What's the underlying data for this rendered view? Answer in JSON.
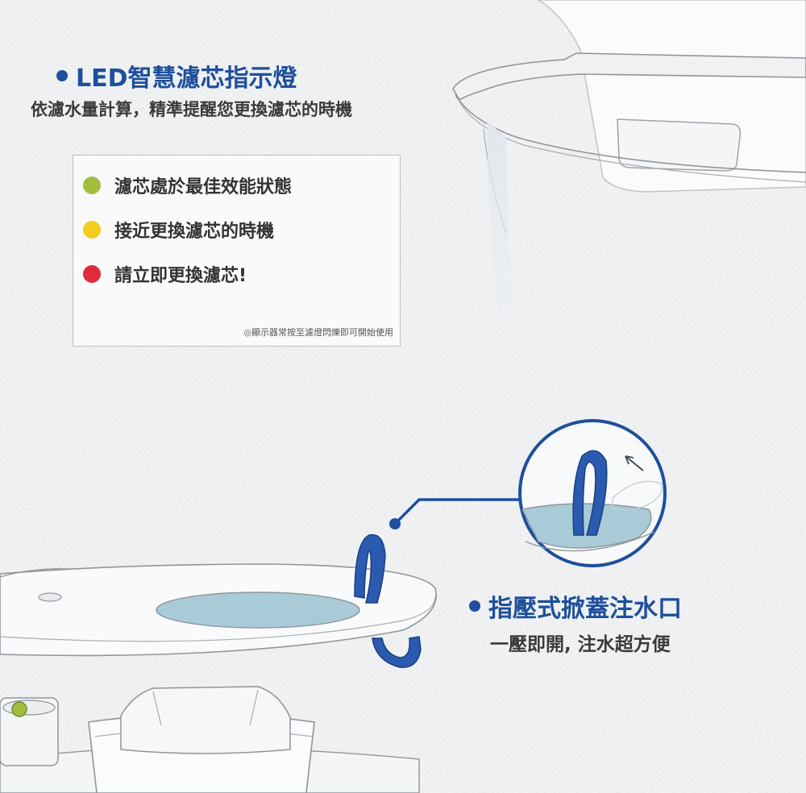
{
  "led_section": {
    "title": "LED智慧濾芯指示燈",
    "subtitle": "依濾水量計算，精準提醒您更換濾芯的時機"
  },
  "legend": {
    "items": [
      {
        "label": "濾芯處於最佳效能狀態",
        "color": "#a3bd3e"
      },
      {
        "label": "接近更換濾芯的時機",
        "color": "#f2cd1c"
      },
      {
        "label": "請立即更換濾芯!",
        "color": "#e02b3a"
      }
    ],
    "note": "◎顯示器常按至濾燈閃爍即可開始使用"
  },
  "lid_section": {
    "title": "指壓式掀蓋注水口",
    "subtitle": "一壓即開, 注水超方便"
  },
  "colors": {
    "accent": "#1d4f9c",
    "water": "#a9cbd8",
    "indicator_green": "#a3bd3e"
  }
}
